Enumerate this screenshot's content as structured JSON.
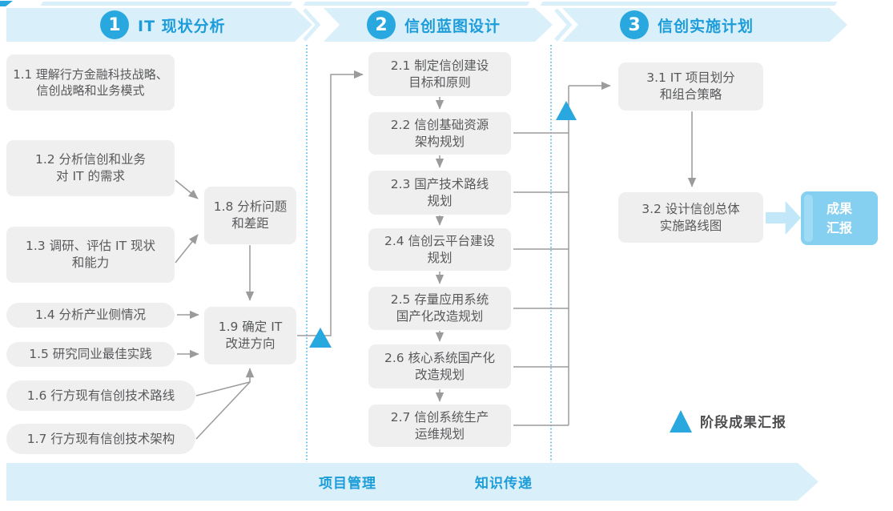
{
  "phases": [
    {
      "number": "1",
      "title": "IT 现状分析"
    },
    {
      "number": "2",
      "title": "信创蓝图设计"
    },
    {
      "number": "3",
      "title": "信创实施计划"
    }
  ],
  "phase1": {
    "task_1_1": {
      "line1": "1.1 理解行方金融科技战略、",
      "line2": "信创战略和业务模式"
    },
    "task_1_2": {
      "line1": "1.2 分析信创和业务",
      "line2": "对 IT 的需求"
    },
    "task_1_3": {
      "line1": "1.3 调研、评估 IT 现状",
      "line2": "和能力"
    },
    "task_1_4": {
      "label": "1.4 分析产业侧情况"
    },
    "task_1_5": {
      "label": "1.5 研究同业最佳实践"
    },
    "task_1_6": {
      "label": "1.6 行方现有信创技术路线"
    },
    "task_1_7": {
      "label": "1.7 行方现有信创技术架构"
    },
    "task_1_8": {
      "line1": "1.8 分析问题",
      "line2": "和差距"
    },
    "task_1_9": {
      "line1": "1.9 确定 IT",
      "line2": "改进方向"
    }
  },
  "phase2": {
    "task_2_1": {
      "line1": "2.1 制定信创建设",
      "line2": "目标和原则"
    },
    "task_2_2": {
      "line1": "2.2 信创基础资源",
      "line2": "架构规划"
    },
    "task_2_3": {
      "line1": "2.3 国产技术路线",
      "line2": "规划"
    },
    "task_2_4": {
      "line1": "2.4 信创云平台建设",
      "line2": "规划"
    },
    "task_2_5": {
      "line1": "2.5 存量应用系统",
      "line2": "国产化改造规划"
    },
    "task_2_6": {
      "line1": "2.6 核心系统国产化",
      "line2": "改造规划"
    },
    "task_2_7": {
      "line1": "2.7 信创系统生产",
      "line2": "运维规划"
    }
  },
  "phase3": {
    "task_3_1": {
      "line1": "3.1 IT 项目划分",
      "line2": "和组合策略"
    },
    "task_3_2": {
      "line1": "3.2 设计信创总体",
      "line2": "实施路线图"
    },
    "result_box": {
      "line1": "成果",
      "line2": "汇报"
    }
  },
  "legend": {
    "milestone_label": "阶段成果汇报"
  },
  "footer": {
    "project_mgmt": "项目管理",
    "knowledge_transfer": "知识传递"
  },
  "colors": {
    "accent_blue": "#29A8E0",
    "banner_fill": "#D9EFFA",
    "banner_text": "#1C9DD9",
    "box_fill": "#EFEFEF",
    "box_text": "#58595B",
    "connector_gray": "#9B9B9B",
    "result_fill": "#85CFF0",
    "legend_text": "#4D4D4F"
  }
}
